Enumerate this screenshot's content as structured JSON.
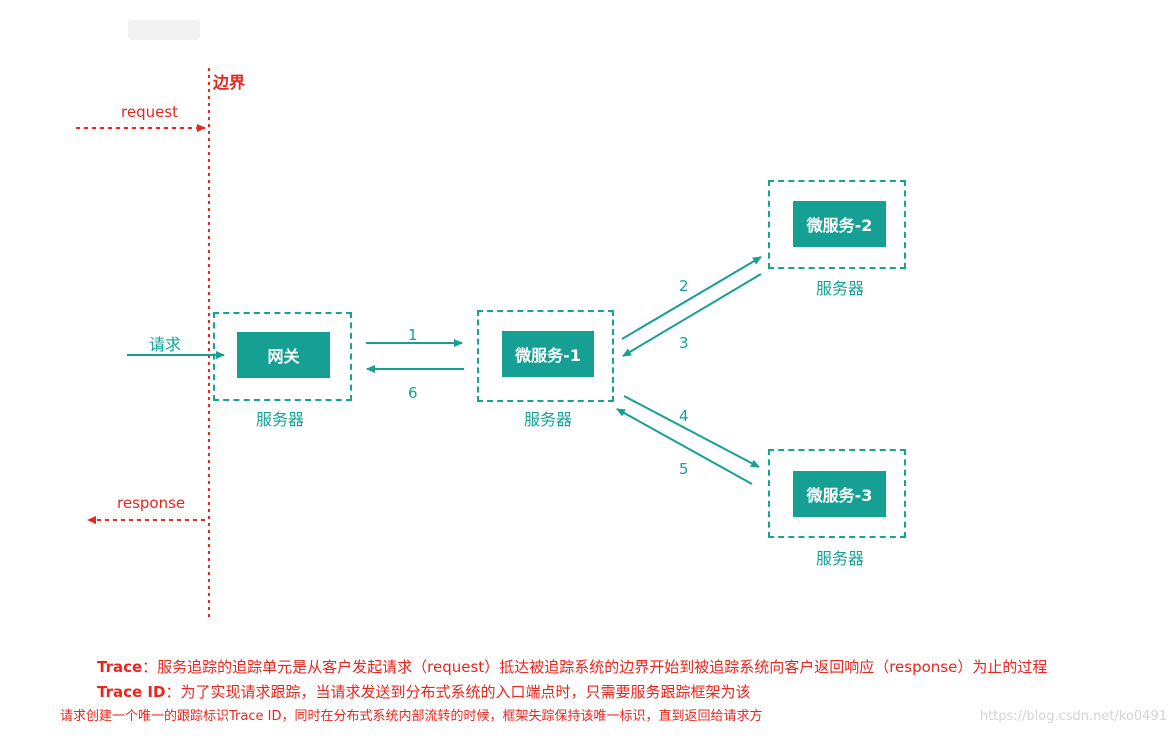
{
  "boundary": {
    "label": "边界",
    "request": "request",
    "response": "response"
  },
  "incoming_label": "请求",
  "nodes": {
    "gateway": {
      "label": "网关",
      "server_label": "服务器"
    },
    "ms1": {
      "label": "微服务-1",
      "server_label": "服务器"
    },
    "ms2": {
      "label": "微服务-2",
      "server_label": "服务器"
    },
    "ms3": {
      "label": "微服务-3",
      "server_label": "服务器"
    }
  },
  "steps": [
    "1",
    "2",
    "3",
    "4",
    "5",
    "6"
  ],
  "colors": {
    "accent": "#16a094",
    "boundary": "#e8261e"
  },
  "caption": {
    "trace_term": "Trace",
    "trace_text": "：服务追踪的追踪单元是从客户发起请求（request）抵达被追踪系统的边界开始到被追踪系统向客户返回响应（response）为止的过程",
    "traceid_term": "Trace ID",
    "traceid_text": "：为了实现请求跟踪，当请求发送到分布式系统的入口端点时，只需要服务跟踪框架为该",
    "line3": "请求创建一个唯一的跟踪标识Trace ID，同时在分布式系统内部流转的时候，框架失踪保持该唯一标识，直到返回给请求方"
  },
  "watermark": "https://blog.csdn.net/ko0491"
}
